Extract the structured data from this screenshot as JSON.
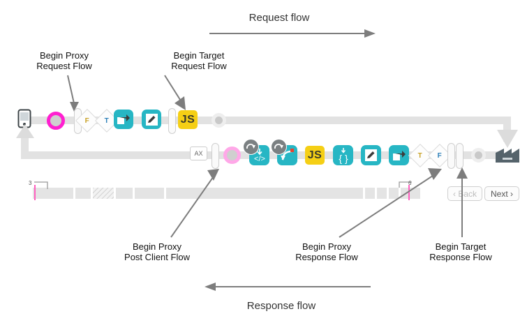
{
  "diagram": {
    "title_request": "Request flow",
    "title_response": "Response flow",
    "callouts": [
      {
        "id": "begin-proxy-request-flow",
        "line1": "Begin Proxy",
        "line2": "Request Flow"
      },
      {
        "id": "begin-target-request-flow",
        "line1": "Begin Target",
        "line2": "Request Flow"
      },
      {
        "id": "begin-proxy-post-client-flow",
        "line1": "Begin Proxy",
        "line2": "Post Client Flow"
      },
      {
        "id": "begin-proxy-response-flow",
        "line1": "Begin Proxy",
        "line2": "Response Flow"
      },
      {
        "id": "begin-target-response-flow",
        "line1": "Begin Target",
        "line2": "Response Flow"
      }
    ],
    "colors": {
      "teal": "#27b6c4",
      "yellow": "#f5cf15",
      "magenta": "#ff1fd0",
      "pink": "#ffa8e8",
      "track": "#e2e2e2",
      "arrow": "#7d7d7d",
      "factory": "#55636b"
    },
    "request_row": {
      "nodes": [
        {
          "name": "client-device-icon",
          "kind": "phone",
          "label": ""
        },
        {
          "name": "flow-start-marker",
          "kind": "ring",
          "label": "",
          "ring": "magenta"
        },
        {
          "name": "flow-step-pill",
          "kind": "pill",
          "label": ""
        },
        {
          "name": "condition-false",
          "kind": "diamond",
          "label": "F"
        },
        {
          "name": "condition-true",
          "kind": "diamond",
          "label": "T"
        },
        {
          "name": "route-policy",
          "kind": "teal",
          "label": "",
          "glyph": "route"
        },
        {
          "name": "assign-message-policy",
          "kind": "teal",
          "label": "",
          "glyph": "pencil"
        },
        {
          "name": "flow-step-pill",
          "kind": "pill",
          "label": ""
        },
        {
          "name": "javascript-policy",
          "kind": "js",
          "label": "JS"
        },
        {
          "name": "flow-end-marker",
          "kind": "ring",
          "label": "",
          "ring": "gray"
        }
      ]
    },
    "response_row": {
      "nodes": [
        {
          "name": "analytics-node",
          "kind": "axbox",
          "label": "AX"
        },
        {
          "name": "flow-step-pill",
          "kind": "pill",
          "label": ""
        },
        {
          "name": "flow-start-marker",
          "kind": "ring",
          "label": "",
          "ring": "pink"
        },
        {
          "name": "extract-variables-policy",
          "kind": "teal",
          "label": "",
          "glyph": "code",
          "badge": "loop"
        },
        {
          "name": "raise-fault-policy",
          "kind": "teal",
          "label": "",
          "glyph": "return",
          "badge": "loop"
        },
        {
          "name": "javascript-policy",
          "kind": "js",
          "label": "JS"
        },
        {
          "name": "json-policy",
          "kind": "teal",
          "label": "",
          "glyph": "braces"
        },
        {
          "name": "assign-message-policy",
          "kind": "teal",
          "label": "",
          "glyph": "pencil"
        },
        {
          "name": "route-policy",
          "kind": "teal",
          "label": "",
          "glyph": "route"
        },
        {
          "name": "condition-true",
          "kind": "diamond",
          "label": "T"
        },
        {
          "name": "condition-false",
          "kind": "diamond",
          "label": "F"
        },
        {
          "name": "flow-step-pill",
          "kind": "pill",
          "label": ""
        },
        {
          "name": "flow-step-pill",
          "kind": "pill",
          "label": ""
        },
        {
          "name": "flow-end-marker",
          "kind": "ring",
          "label": "",
          "ring": "gray"
        },
        {
          "name": "target-server-icon",
          "kind": "factory",
          "label": ""
        }
      ]
    },
    "timeline": {
      "left_marker_label": "3",
      "right_marker_label": "6",
      "back_button": "‹ Back",
      "next_button": "Next ›"
    }
  }
}
